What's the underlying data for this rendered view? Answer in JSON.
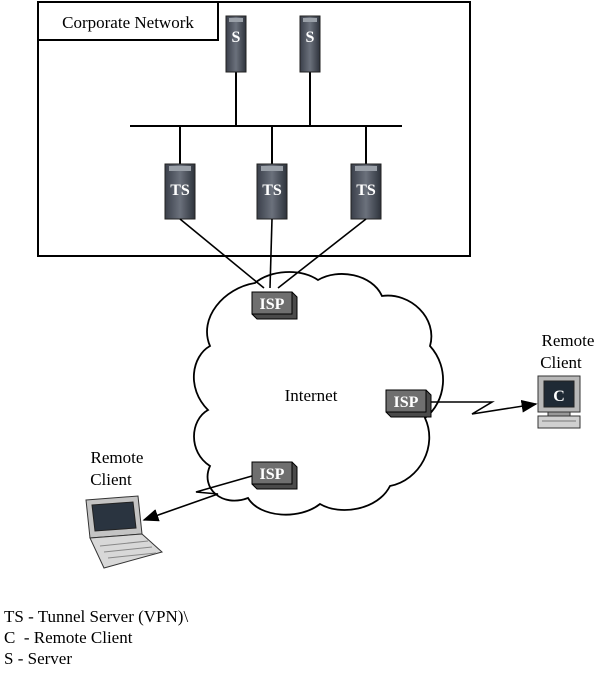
{
  "network_box": {
    "title": "Corporate Network"
  },
  "servers": [
    {
      "label": "S"
    },
    {
      "label": "S"
    }
  ],
  "tunnel_servers": [
    {
      "label": "TS"
    },
    {
      "label": "TS"
    },
    {
      "label": "TS"
    }
  ],
  "cloud": {
    "label": "Internet"
  },
  "isps": [
    {
      "label": "ISP"
    },
    {
      "label": "ISP"
    },
    {
      "label": "ISP"
    }
  ],
  "remote_desktop": {
    "label_line1": "Remote",
    "label_line2": "Client",
    "screen_label": "C"
  },
  "remote_laptop": {
    "label_line1": "Remote",
    "label_line2": "Client"
  },
  "legend": [
    "TS - Tunnel Server (VPN)\\",
    "C  - Remote Client",
    "S - Server"
  ]
}
